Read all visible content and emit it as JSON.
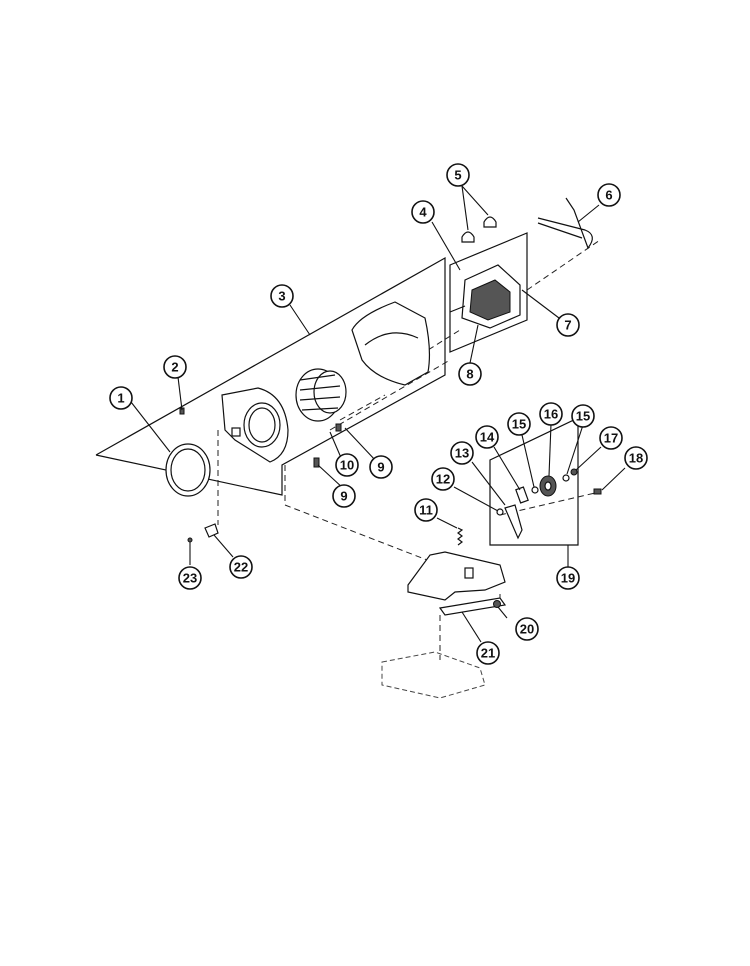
{
  "callouts": [
    {
      "id": "c1",
      "label": "1"
    },
    {
      "id": "c2",
      "label": "2"
    },
    {
      "id": "c3",
      "label": "3"
    },
    {
      "id": "c4",
      "label": "4"
    },
    {
      "id": "c5",
      "label": "5"
    },
    {
      "id": "c6",
      "label": "6"
    },
    {
      "id": "c7",
      "label": "7"
    },
    {
      "id": "c8",
      "label": "8"
    },
    {
      "id": "c9a",
      "label": "9"
    },
    {
      "id": "c9b",
      "label": "9"
    },
    {
      "id": "c10",
      "label": "10"
    },
    {
      "id": "c11",
      "label": "11"
    },
    {
      "id": "c12",
      "label": "12"
    },
    {
      "id": "c13",
      "label": "13"
    },
    {
      "id": "c14",
      "label": "14"
    },
    {
      "id": "c15a",
      "label": "15"
    },
    {
      "id": "c15b",
      "label": "15"
    },
    {
      "id": "c16",
      "label": "16"
    },
    {
      "id": "c17",
      "label": "17"
    },
    {
      "id": "c18",
      "label": "18"
    },
    {
      "id": "c19",
      "label": "19"
    },
    {
      "id": "c20",
      "label": "20"
    },
    {
      "id": "c21",
      "label": "21"
    },
    {
      "id": "c22",
      "label": "22"
    },
    {
      "id": "c23",
      "label": "23"
    }
  ]
}
